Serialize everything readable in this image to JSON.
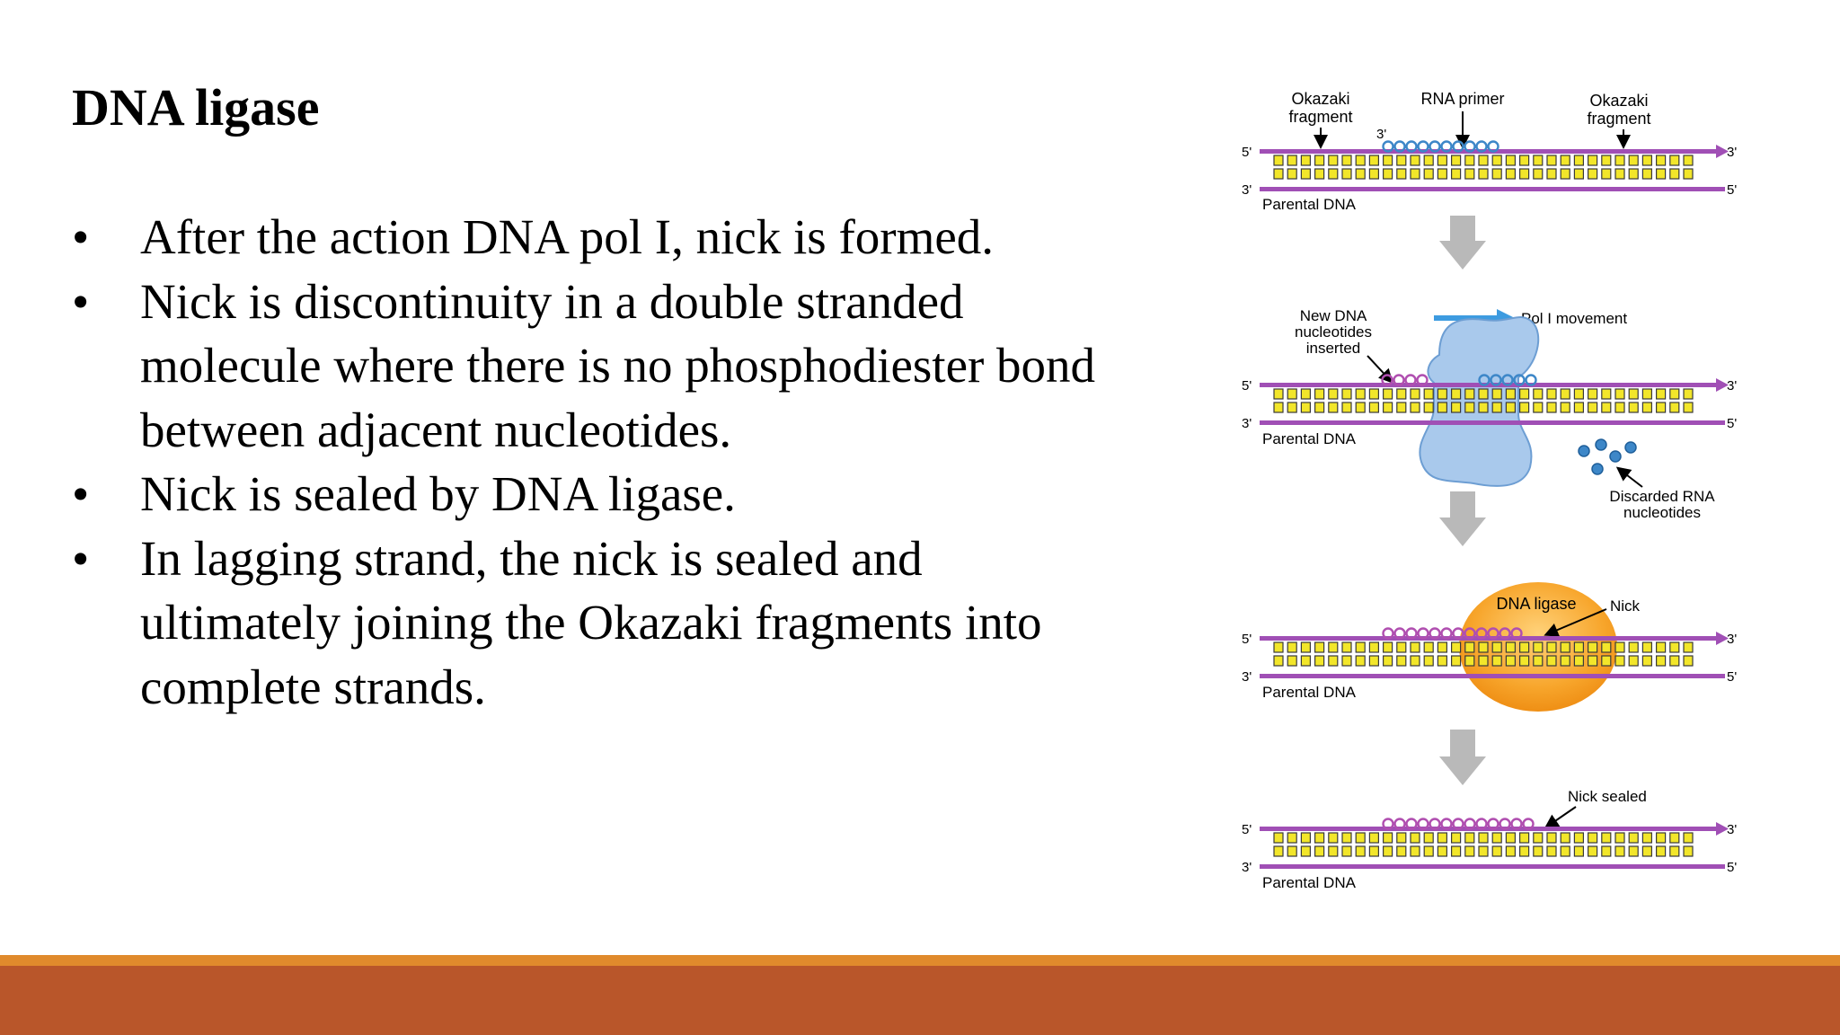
{
  "slide": {
    "title": "DNA ligase",
    "bullets": [
      "After the action DNA pol I, nick is formed.",
      "Nick is discontinuity in a double stranded molecule where there is no phosphodiester bond between adjacent nucleotides.",
      "Nick is sealed by DNA ligase.",
      "In lagging strand, the nick is sealed and ultimately joining the Okazaki fragments into complete strands."
    ],
    "bullet_symbol": "•"
  },
  "diagram": {
    "panel1": {
      "label_okazaki_left_1": "Okazaki",
      "label_okazaki_left_2": "fragment",
      "label_rna_primer": "RNA primer",
      "label_okazaki_right_1": "Okazaki",
      "label_okazaki_right_2": "fragment",
      "label_3prime_mid": "3'",
      "label_5prime_left": "5'",
      "label_3prime_left": "3'",
      "label_3prime_right": "3'",
      "label_5prime_right": "5'",
      "label_parental": "Parental DNA"
    },
    "panel2": {
      "label_new_dna_1": "New DNA",
      "label_new_dna_2": "nucleotides",
      "label_new_dna_3": "inserted",
      "label_pol_movement": "Pol I movement",
      "label_5prime_left": "5'",
      "label_3prime_left": "3'",
      "label_3prime_right": "3'",
      "label_5prime_right": "5'",
      "label_parental": "Parental DNA",
      "label_discarded_1": "Discarded RNA",
      "label_discarded_2": "nucleotides"
    },
    "panel3": {
      "label_ligase": "DNA ligase",
      "label_nick": "Nick",
      "label_5prime_left": "5'",
      "label_3prime_left": "3'",
      "label_3prime_right": "3'",
      "label_5prime_right": "5'",
      "label_parental": "Parental DNA"
    },
    "panel4": {
      "label_nick_sealed": "Nick sealed",
      "label_5prime_left": "5'",
      "label_3prime_left": "3'",
      "label_3prime_right": "3'",
      "label_5prime_right": "5'",
      "label_parental": "Parental DNA"
    },
    "colors": {
      "strand": "#a04fb5",
      "base_pair": "#f2e62a",
      "base_outline": "#3a3a3a",
      "rna_primer": "#3d87c8",
      "new_nucleotide": "#b04fb0",
      "pol_enzyme": "#9fc3ea",
      "ligase": "#f5a02a",
      "arrow_gray": "#b9b9b9",
      "pol_arrow": "#3d9be0"
    }
  },
  "footer": {
    "stripe_color": "#e08a2c",
    "bar_color": "#b9562a"
  }
}
